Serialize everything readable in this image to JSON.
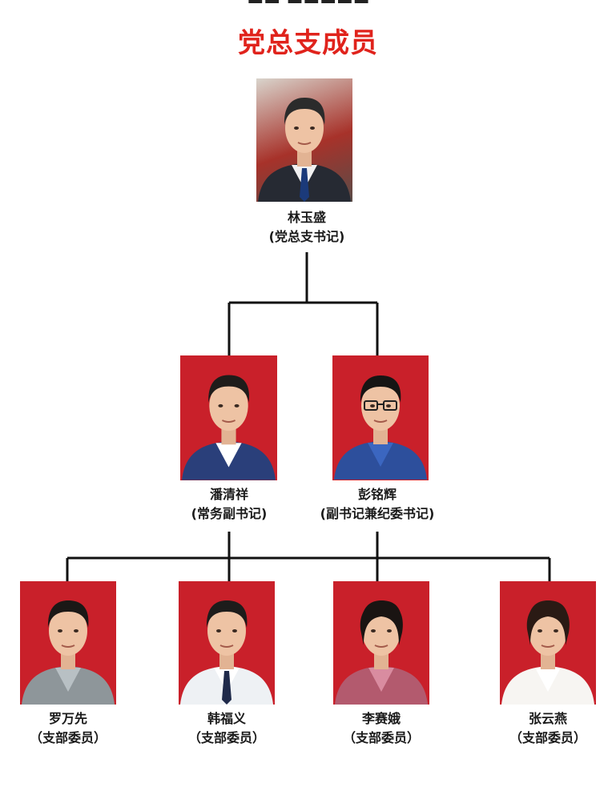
{
  "title": "党总支成员",
  "people": [
    {
      "id": "lin",
      "name": "林玉盛",
      "role": "(党总支书记)",
      "photo_bg": "gray",
      "hair": "#2b2b2b",
      "suit": "#262a33",
      "shirt": "#f1f1f1",
      "tie": "#1b3a7a"
    },
    {
      "id": "pan",
      "name": "潘清祥",
      "role": "(常务副书记)",
      "photo_bg": "red",
      "hair": "#1f1c1a",
      "suit": "#2a3f7a",
      "shirt": "#ffffff",
      "tie": ""
    },
    {
      "id": "peng",
      "name": "彭铭辉",
      "role": "(副书记兼纪委书记)",
      "photo_bg": "red",
      "hair": "#161514",
      "suit": "#2d4f9c",
      "shirt": "#3b66c0",
      "tie": ""
    },
    {
      "id": "luo",
      "name": "罗万先",
      "role": "（支部委员）",
      "photo_bg": "red",
      "hair": "#1b1816",
      "suit": "#8e969a",
      "shirt": "#b8c0c4",
      "tie": ""
    },
    {
      "id": "han",
      "name": "韩福义",
      "role": "（支部委员）",
      "photo_bg": "red",
      "hair": "#1d1c1b",
      "suit": "#eef1f4",
      "shirt": "#ffffff",
      "tie": "#1f2a4a"
    },
    {
      "id": "li",
      "name": "李赛娥",
      "role": "（支部委员）",
      "photo_bg": "red",
      "hair": "#1a1412",
      "suit": "#b35a6e",
      "shirt": "#d98ca0",
      "tie": ""
    },
    {
      "id": "zhang",
      "name": "张云燕",
      "role": "（支部委员）",
      "photo_bg": "red",
      "hair": "#2a1a14",
      "suit": "#f7f5f2",
      "shirt": "#ffffff",
      "tie": ""
    }
  ]
}
